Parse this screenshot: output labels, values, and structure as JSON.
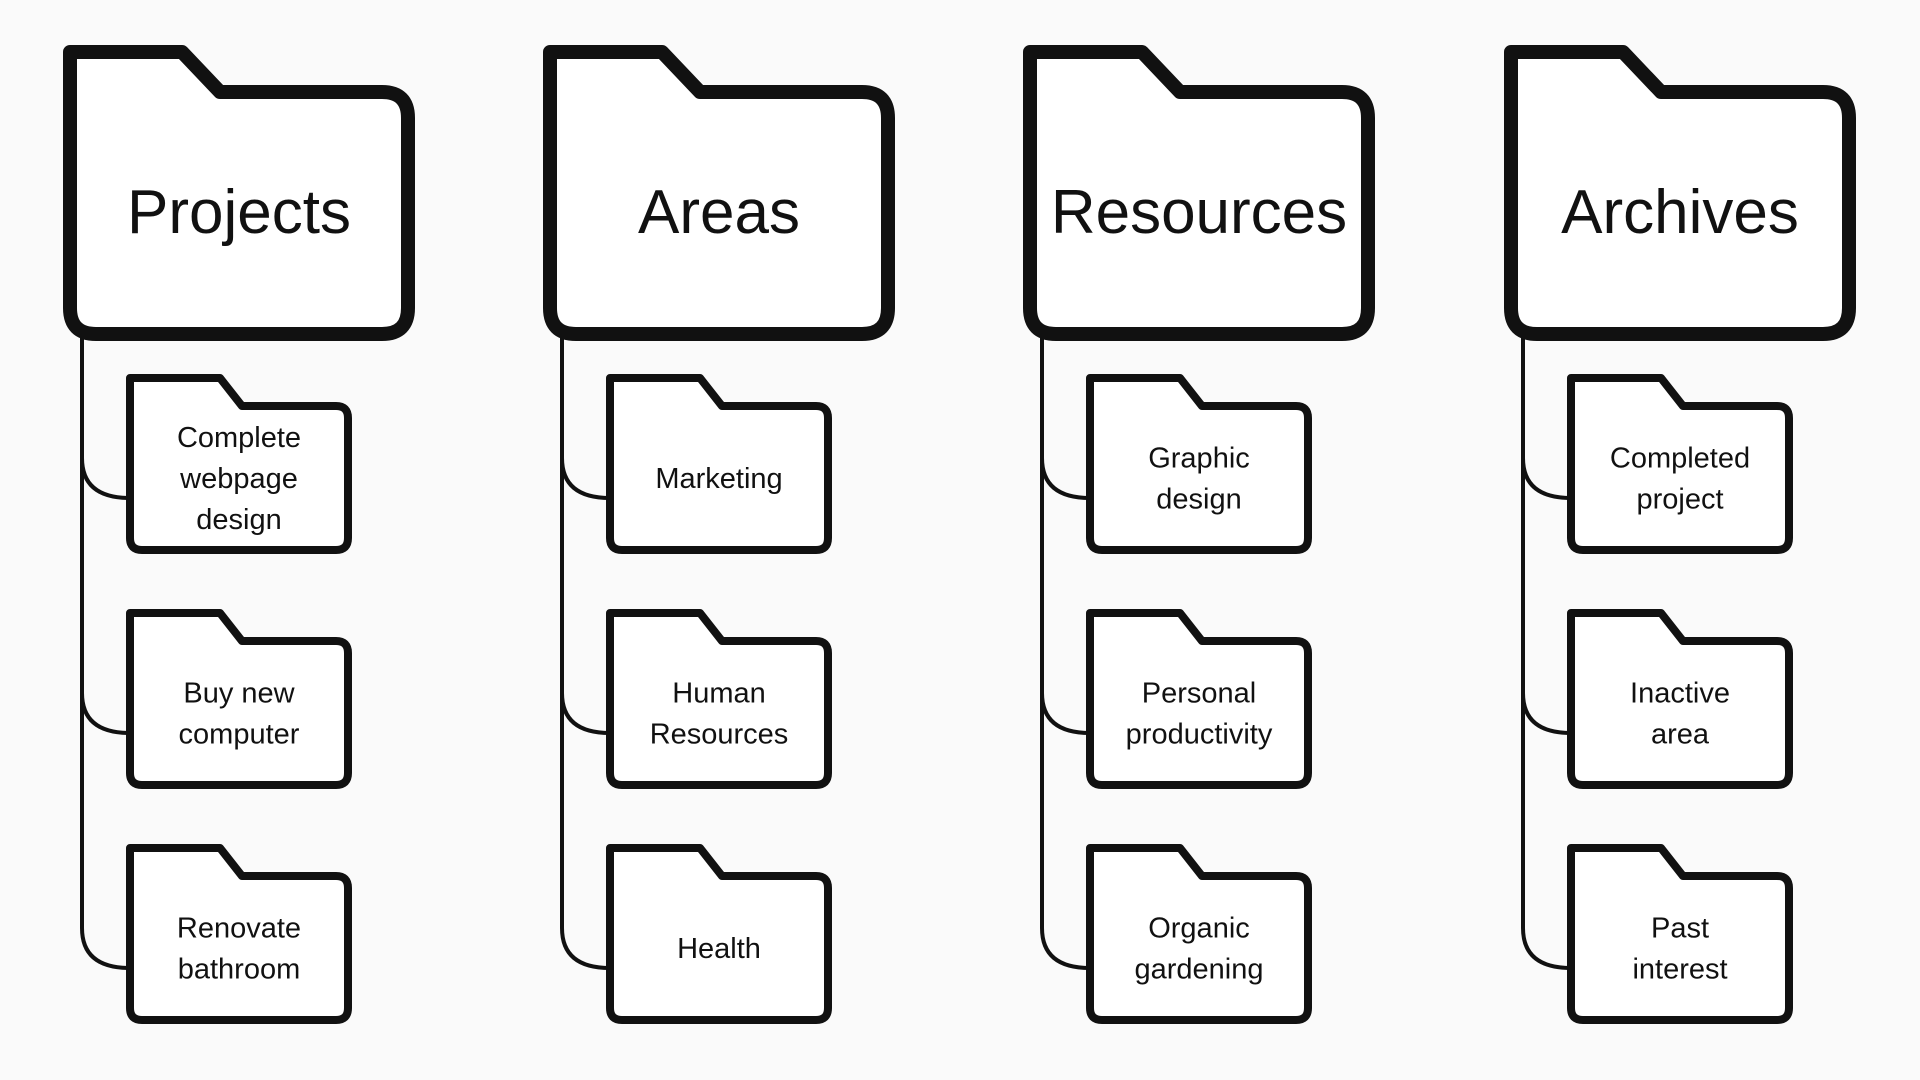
{
  "columns": [
    {
      "title": "Projects",
      "items": [
        [
          "Complete",
          "webpage",
          "design"
        ],
        [
          "Buy new",
          "computer"
        ],
        [
          "Renovate",
          "bathroom"
        ]
      ]
    },
    {
      "title": "Areas",
      "items": [
        [
          "Marketing"
        ],
        [
          "Human",
          "Resources"
        ],
        [
          "Health"
        ]
      ]
    },
    {
      "title": "Resources",
      "items": [
        [
          "Graphic",
          "design"
        ],
        [
          "Personal",
          "productivity"
        ],
        [
          "Organic",
          "gardening"
        ]
      ]
    },
    {
      "title": "Archives",
      "items": [
        [
          "Completed",
          "project"
        ],
        [
          "Inactive",
          "area"
        ],
        [
          "Past",
          "interest"
        ]
      ]
    }
  ]
}
